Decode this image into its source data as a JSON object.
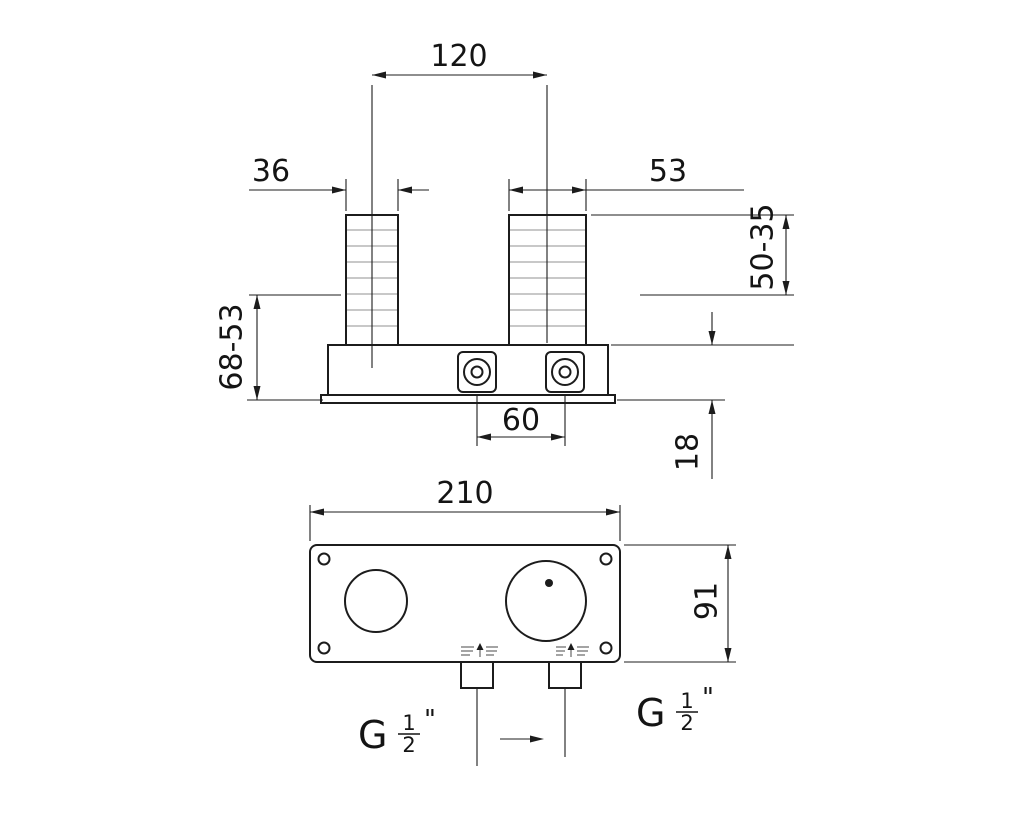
{
  "figure": {
    "kind": "technical-dimension-drawing",
    "colors": {
      "line": "#1c1c1c",
      "rib": "#919191",
      "background": "#ffffff"
    },
    "top_view": {
      "dim_center_distance": "120",
      "dim_left_column_width": "36",
      "dim_right_column_width": "53",
      "dim_install_depth_right": "50-35",
      "dim_install_depth_left": "68-53",
      "dim_outlet_spacing": "60",
      "dim_plate_offset": "18"
    },
    "bottom_view": {
      "dim_body_width": "210",
      "dim_body_height": "91",
      "thread_left": {
        "prefix": "G",
        "numerator": "1",
        "denominator": "2",
        "suffix": "\""
      },
      "thread_right": {
        "prefix": "G",
        "numerator": "1",
        "denominator": "2",
        "suffix": "\""
      }
    }
  }
}
